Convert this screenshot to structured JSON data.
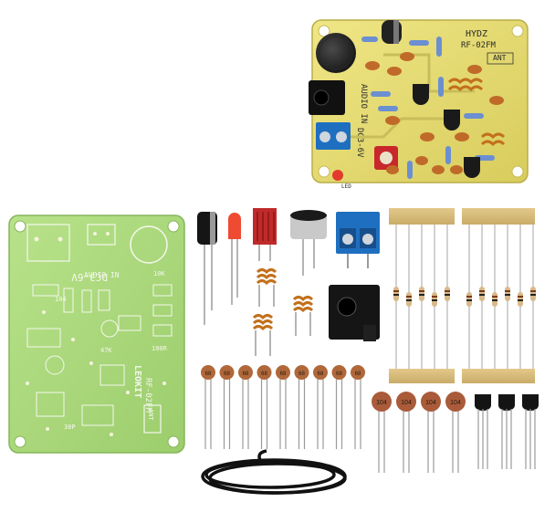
{
  "image": {
    "description_kind": "product photo of an FM transmitter DIY kit",
    "assembled_board": {
      "brand": "HYDZ",
      "model": "RF-02FM",
      "labels": [
        "AUDIO IN",
        "DC3-6V",
        "ANT",
        "LED"
      ]
    },
    "bare_board": {
      "brand": "LEOKIT",
      "model": "RF-02FM",
      "labels": [
        "DC3-6V",
        "AUDIO IN",
        "10K",
        "100R",
        "ANT",
        "47K",
        "104",
        "30P"
      ]
    },
    "component_labels": {
      "ceramic_small": "68",
      "ceramic_large": "104"
    },
    "colors": {
      "pcb_yellow": "#e6dc6e",
      "pcb_green": "#a8d878",
      "terminal_blue": "#1f6fc0",
      "capacitor_orange": "#c06a2a"
    }
  }
}
